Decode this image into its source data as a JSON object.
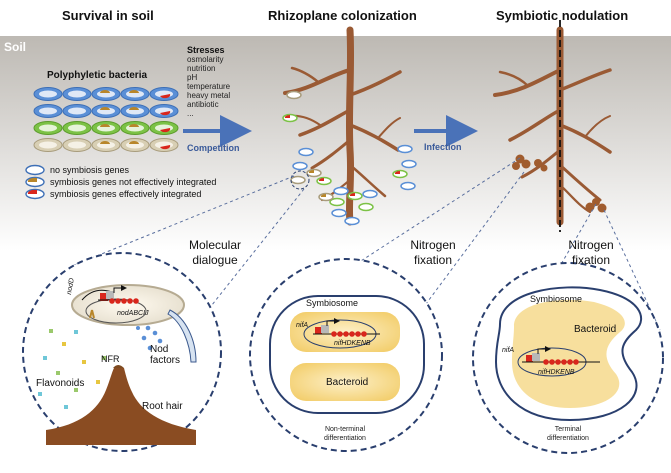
{
  "headers": {
    "survival": "Survival in soil",
    "rhizoplane": "Rhizoplane colonization",
    "nodulation": "Symbiotic nodulation"
  },
  "soil_label": "Soil",
  "bacteria_title": "Polyphyletic bacteria",
  "stresses": {
    "title": "Stresses",
    "items": [
      "osmolarity",
      "nutrition",
      "pH",
      "temperature",
      "heavy metal",
      "antibiotic",
      "..."
    ]
  },
  "arrows": {
    "competition": "Competition",
    "infection": "Infection"
  },
  "legend": [
    {
      "text": "no symbiosis genes"
    },
    {
      "text": "symbiosis genes not effectively integrated"
    },
    {
      "text": "symbiosis genes effectively integrated"
    }
  ],
  "mid_labels": {
    "molecular_1": "Molecular",
    "molecular_2": "dialogue",
    "nitrogen_a1": "Nitrogen",
    "nitrogen_a2": "fixation",
    "nitrogen_b1": "Nitrogen",
    "nitrogen_b2": "fixation"
  },
  "circle1": {
    "nodD": "nodD",
    "nodABCIJ": "nodABCIJ",
    "nfr": "NFR",
    "nod_1": "Nod",
    "nod_2": "factors",
    "flavonoids": "Flavonoids",
    "root_hair": "Root hair"
  },
  "circle2": {
    "symbiosome": "Symbiosome",
    "nifA": "nifA",
    "nifHDKENB": "nifHDKENB",
    "bacteroid": "Bacteroid",
    "diff_1": "Non-terminal",
    "diff_2": "differentiation"
  },
  "circle3": {
    "symbiosome": "Symbiosome",
    "bacteroid": "Bacteroid",
    "nifA": "nifA",
    "nifHDKENB": "nifHDKENB",
    "diff_1": "Terminal",
    "diff_2": "differentiation"
  },
  "colors": {
    "root": "#9a5a34",
    "soil_band_top": "#bdb9b3",
    "blue_bacterium": "#5a8fd6",
    "green_bacterium": "#7cc246",
    "tan_bacterium": "#cfc4a6",
    "arrow": "#4a72b8",
    "circle_border": "#2a3f6e",
    "bacteroid_fill": "#f6d98c",
    "gene_dot": "#d9261c"
  }
}
